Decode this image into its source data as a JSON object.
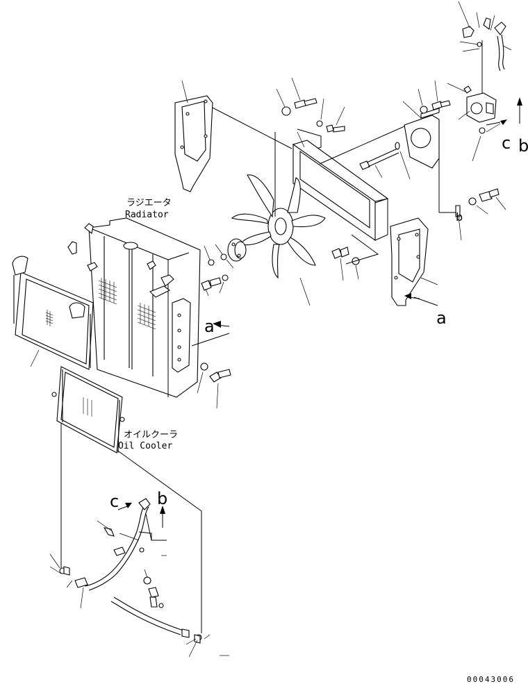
{
  "labels": {
    "radiator_jp": "ラジエータ",
    "radiator_en": "Radiator",
    "oil_cooler_jp": "オイルクーラ",
    "oil_cooler_en": "Oil Cooler",
    "ref_a": "a",
    "ref_b": "b",
    "ref_c": "c",
    "drawing_number": "00043006"
  }
}
